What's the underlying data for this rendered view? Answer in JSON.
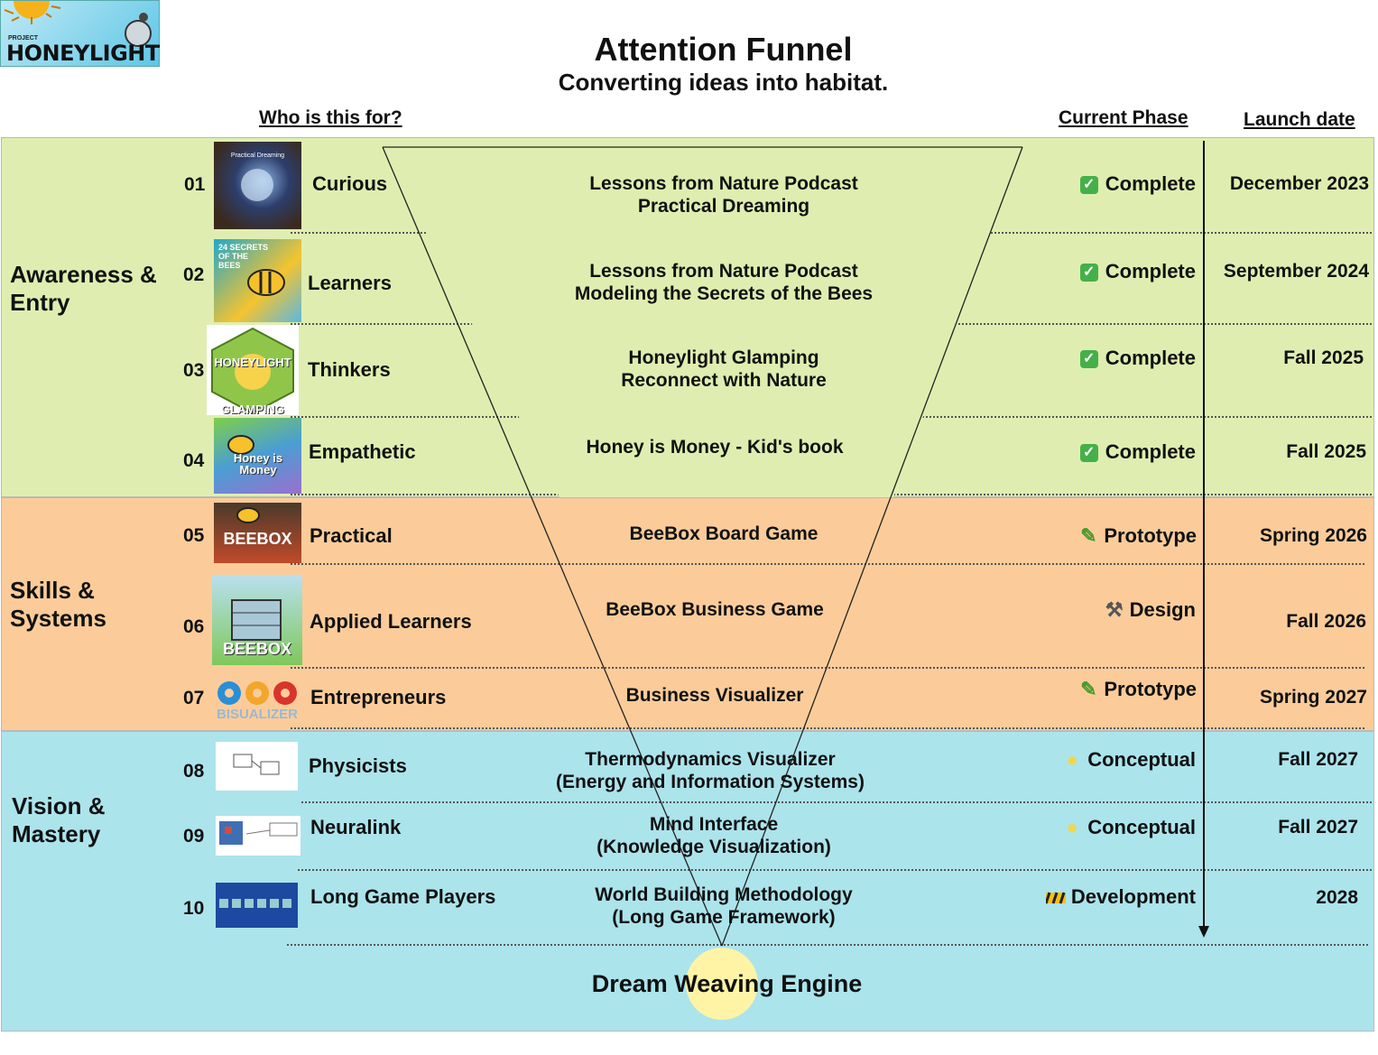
{
  "logo": {
    "small": "PROJECT",
    "name": "HONEYLIGHT"
  },
  "title": "Attention Funnel",
  "subtitle": "Converting ideas into habitat.",
  "headers": {
    "who": "Who is this for?",
    "phase": "Current Phase",
    "launch": "Launch date"
  },
  "sections": [
    {
      "label": "Awareness &\nEntry",
      "color": "#dfeeb0"
    },
    {
      "label": "Skills &\nSystems",
      "color": "#fbcc9a"
    },
    {
      "label": "Vision &\nMastery",
      "color": "#ace4ec"
    }
  ],
  "rows": [
    {
      "num": "01",
      "audience": "Curious",
      "line1": "Lessons from Nature Podcast",
      "line2": "Practical Dreaming",
      "phase_icon": "check-icon",
      "phase": "Complete",
      "launch": "December 2023",
      "thumb_text": "Practical Dreaming"
    },
    {
      "num": "02",
      "audience": "Learners",
      "line1": "Lessons from Nature Podcast",
      "line2": "Modeling the Secrets of the Bees",
      "phase_icon": "check-icon",
      "phase": "Complete",
      "launch": "September 2024",
      "thumb_text": "24 SECRETS OF THE BEES"
    },
    {
      "num": "03",
      "audience": "Thinkers",
      "line1": "Honeylight Glamping",
      "line2": "Reconnect with Nature",
      "phase_icon": "check-icon",
      "phase": "Complete",
      "launch": "Fall 2025",
      "thumb_text": "HONEYLIGHT GLAMPING"
    },
    {
      "num": "04",
      "audience": "Empathetic",
      "line1": "Honey is Money - Kid's book",
      "line2": "",
      "phase_icon": "check-icon",
      "phase": "Complete",
      "launch": "Fall 2025",
      "thumb_text": "Honey is Money"
    },
    {
      "num": "05",
      "audience": "Practical",
      "line1": "BeeBox Board Game",
      "line2": "",
      "phase_icon": "pencil-icon",
      "phase": "Prototype",
      "launch": "Spring 2026",
      "thumb_text": "BEEBOX"
    },
    {
      "num": "06",
      "audience": "Applied Learners",
      "line1": "BeeBox Business Game",
      "line2": "",
      "phase_icon": "tools-icon",
      "phase": "Design",
      "launch": "Fall 2026",
      "thumb_text": "BEEBOX"
    },
    {
      "num": "07",
      "audience": "Entrepreneurs",
      "line1": "Business Visualizer",
      "line2": "",
      "phase_icon": "pencil-icon",
      "phase": "Prototype",
      "launch": "Spring 2027",
      "thumb_text": "BISUALIZER"
    },
    {
      "num": "08",
      "audience": "Physicists",
      "line1": "Thermodynamics Visualizer",
      "line2": "(Energy and Information Systems)",
      "phase_icon": "bulb-icon",
      "phase": "Conceptual",
      "launch": "Fall 2027",
      "thumb_text": ""
    },
    {
      "num": "09",
      "audience": "Neuralink",
      "line1": "Mind Interface",
      "line2": "(Knowledge Visualization)",
      "phase_icon": "bulb-icon",
      "phase": "Conceptual",
      "launch": "Fall 2027",
      "thumb_text": ""
    },
    {
      "num": "10",
      "audience": "Long Game Players",
      "line1": "World Building Methodology",
      "line2": "(Long Game Framework)",
      "phase_icon": "construction-icon",
      "phase": "Development",
      "launch": "2028",
      "thumb_text": ""
    }
  ],
  "footer": "Dream Weaving Engine",
  "colors": {
    "complete": "#45b04a",
    "funnel_fill": "#dfeeb0",
    "glow": "#fff3a6"
  }
}
